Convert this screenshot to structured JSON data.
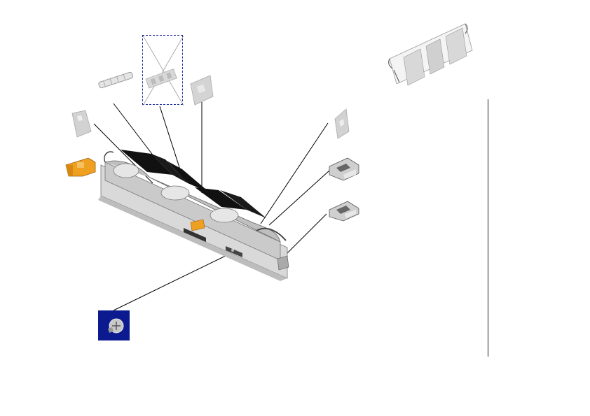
{
  "diagram": {
    "type": "exploded-parts-view",
    "colors": {
      "accent_part": "#f0a020",
      "screw_tile": "#0b1a8e",
      "leader_line": "#000000",
      "sheet_metal": "#cfcfcf",
      "dark_film": "#111111"
    },
    "parts": [
      {
        "id": "roller-small",
        "icon": "roller-icon"
      },
      {
        "id": "clip-left",
        "icon": "bracket-icon"
      },
      {
        "id": "orange-latch",
        "icon": "latch-icon"
      },
      {
        "id": "placeholder-frame",
        "icon": "missing-image-icon"
      },
      {
        "id": "film-plate",
        "icon": "plate-icon"
      },
      {
        "id": "spring-assembly",
        "icon": "spring-plate-icon"
      },
      {
        "id": "clip-right",
        "icon": "bracket-icon"
      },
      {
        "id": "hinge-block-top",
        "icon": "hinge-icon"
      },
      {
        "id": "hinge-block-bottom",
        "icon": "hinge-icon"
      },
      {
        "id": "main-guide-assembly",
        "icon": "guide-assembly-icon"
      },
      {
        "id": "screw",
        "icon": "screw-icon"
      }
    ]
  }
}
